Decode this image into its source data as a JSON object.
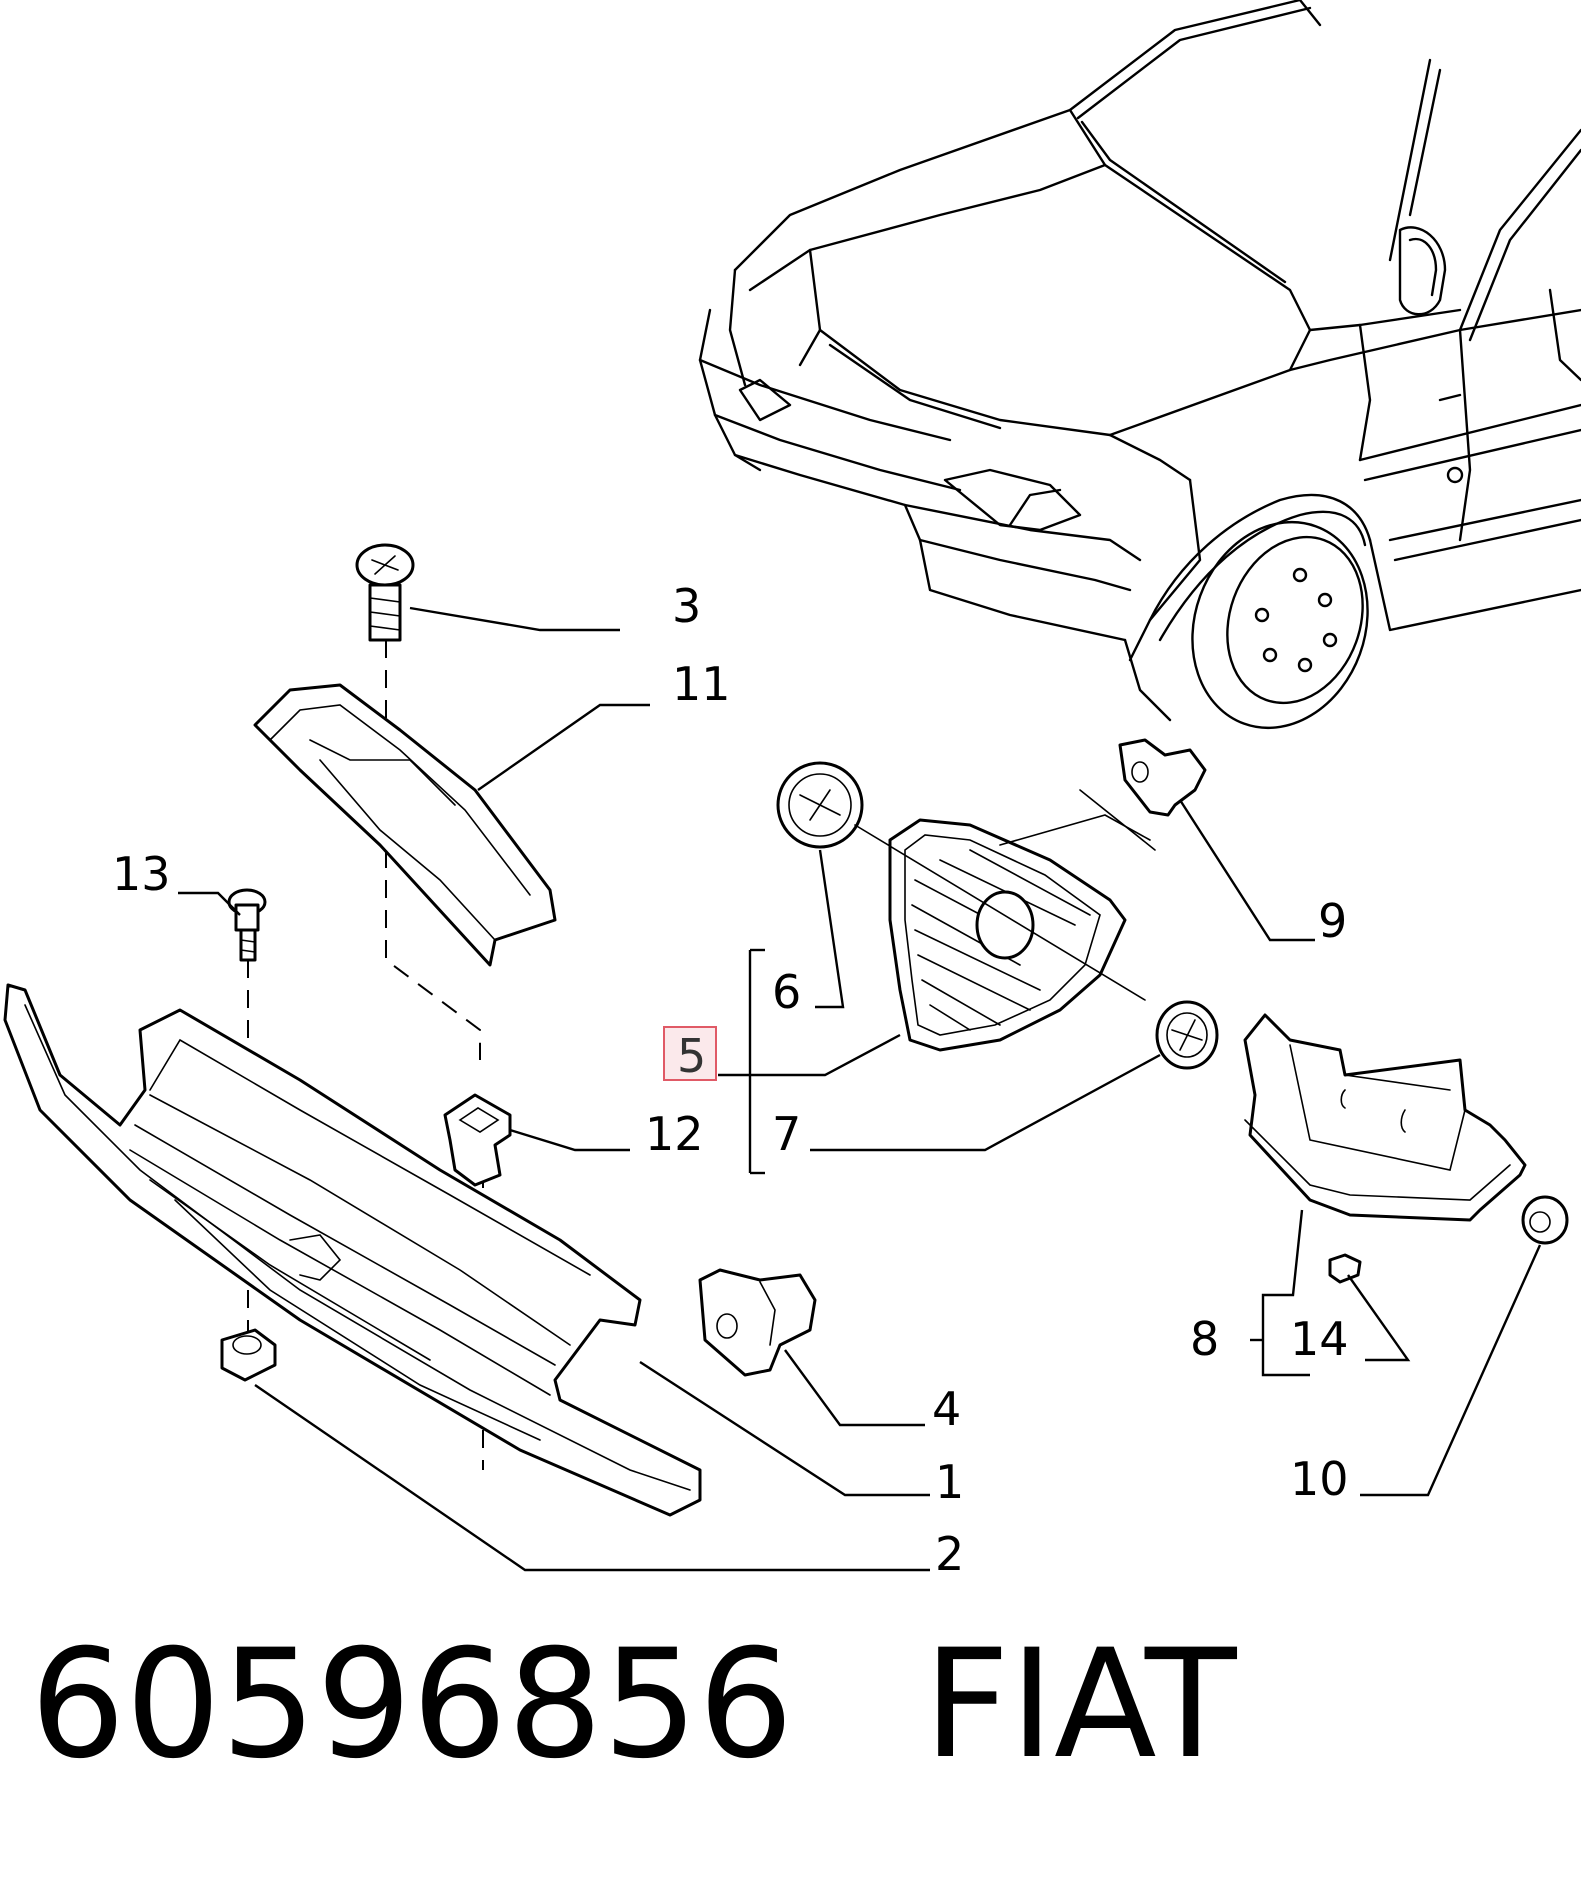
{
  "diagram": {
    "callouts": {
      "c1": "1",
      "c2": "2",
      "c3": "3",
      "c4": "4",
      "c5": "5",
      "c6": "6",
      "c7": "7",
      "c8": "8",
      "c9": "9",
      "c10": "10",
      "c11": "11",
      "c12": "12",
      "c13": "13",
      "c14": "14"
    },
    "highlighted_callout": "5",
    "highlight_color": "#e05a66"
  },
  "footer": {
    "part_number": "60596856",
    "brand": "FIAT"
  }
}
